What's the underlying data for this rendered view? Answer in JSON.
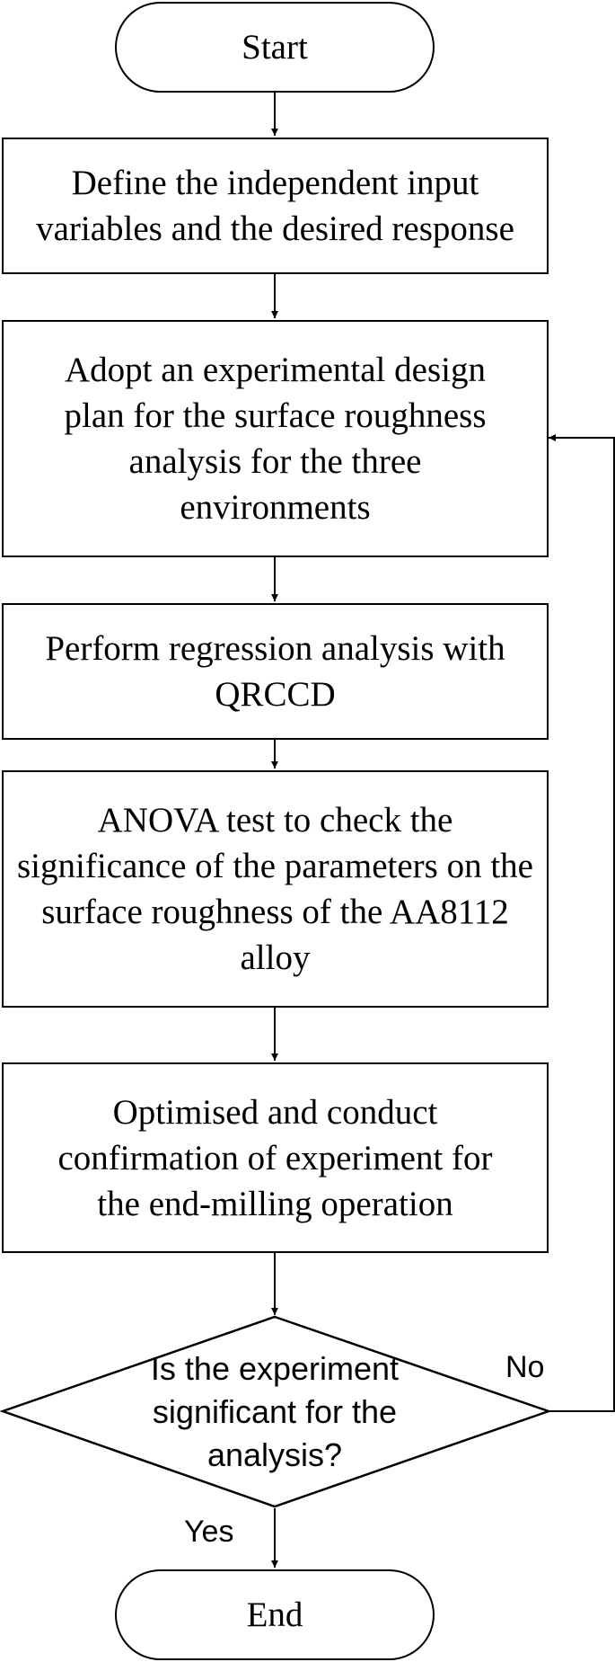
{
  "flowchart": {
    "start": "Start",
    "steps": [
      "Define the independent input variables and the desired response",
      "Adopt an experimental design plan for the surface roughness analysis for the three environments",
      "Perform regression analysis with QRCCD",
      "ANOVA test to check the significance of the parameters on the surface roughness of the AA8112 alloy",
      "Optimised and conduct confirmation of experiment for the end-milling operation"
    ],
    "decision": "Is the experiment significant for the analysis?",
    "no_label": "No",
    "yes_label": "Yes",
    "end": "End"
  }
}
